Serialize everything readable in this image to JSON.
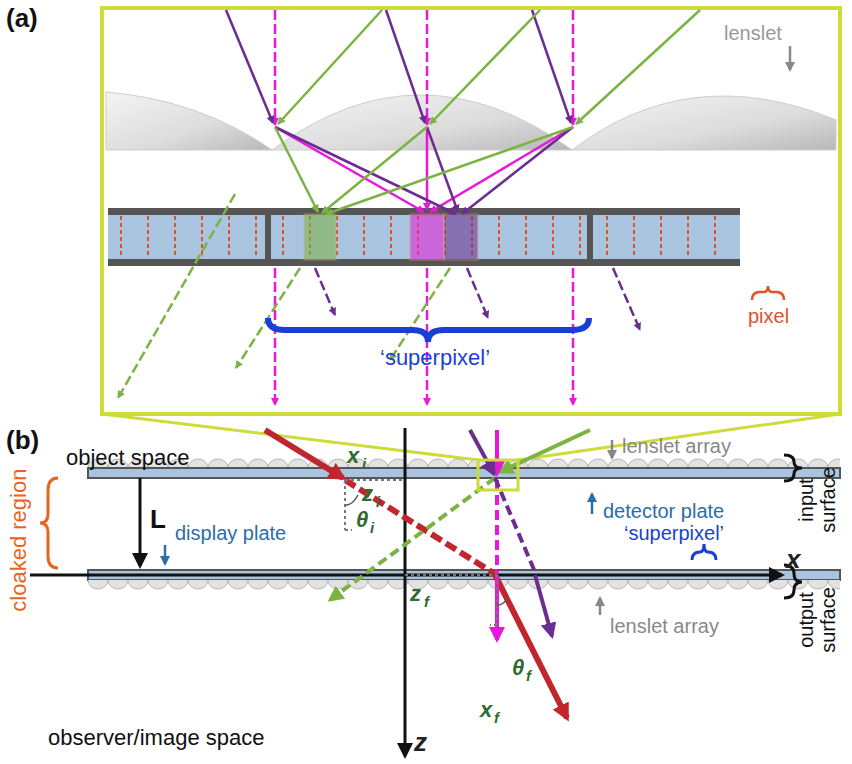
{
  "diagram": {
    "labels": [
      "(a)",
      "lenslet",
      "pixel",
      "‘superpixel’",
      "(b)",
      "object space",
      "lenslet array",
      "input surface",
      "detector plate",
      "cloaked region",
      "L",
      "x",
      "i",
      "z",
      "i",
      "θ",
      "i",
      "‘superpixel’",
      "display plate",
      "x",
      "output surface",
      "z",
      "f",
      "lenslet array",
      "observer/image space",
      "z",
      "x",
      "f",
      "θ",
      "f"
    ]
  }
}
